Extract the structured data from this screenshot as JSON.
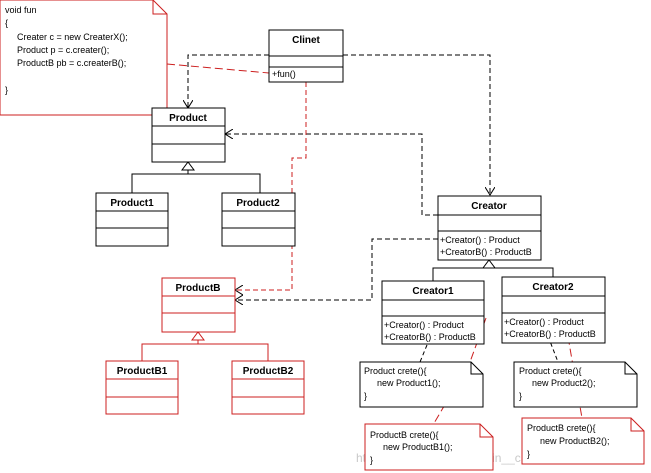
{
  "colors": {
    "black": "#000000",
    "red": "#cc1f1f"
  },
  "classes": {
    "clinet": {
      "name": "Clinet",
      "operations": [
        "+fun()"
      ]
    },
    "product": {
      "name": "Product"
    },
    "product1": {
      "name": "Product1"
    },
    "product2": {
      "name": "Product2"
    },
    "creator": {
      "name": "Creator",
      "operations": [
        "+Creator() : Product",
        "+CreatorB() : ProductB"
      ]
    },
    "creator1": {
      "name": "Creator1",
      "operations": [
        "+Creator() : Product",
        "+CreatorB() : ProductB"
      ]
    },
    "creator2": {
      "name": "Creator2",
      "operations": [
        "+Creator() : Product",
        "+CreatorB() : ProductB"
      ]
    },
    "productB": {
      "name": "ProductB"
    },
    "productB1": {
      "name": "ProductB1"
    },
    "productB2": {
      "name": "ProductB2"
    }
  },
  "notes": {
    "fun": [
      "void fun",
      "{",
      "Creater c = new CreaterX();",
      "Product  p = c.creater();",
      "ProductB pb =  c.createrB();",
      "}"
    ],
    "creator1": [
      "Product crete(){",
      "new Product1();",
      "}"
    ],
    "creator2": [
      "Product crete(){",
      "new Product2();",
      "}"
    ],
    "creator1B": [
      "ProductB crete(){",
      "new ProductB1();",
      "}"
    ],
    "creator2B": [
      "ProductB crete(){",
      "new ProductB2();",
      "}"
    ]
  },
  "watermark": "https://blog.csdn.net/le__jin__cheng"
}
